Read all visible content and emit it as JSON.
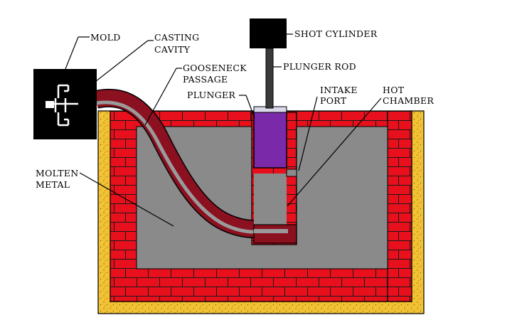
{
  "labels": {
    "mold": "MOLD",
    "casting_cavity_1": "CASTING",
    "casting_cavity_2": "CAVITY",
    "gooseneck_1": "GOOSENECK",
    "gooseneck_2": "PASSAGE",
    "molten_1": "MOLTEN",
    "molten_2": "METAL",
    "shot_cylinder": "SHOT CYLINDER",
    "plunger_rod": "PLUNGER ROD",
    "plunger": "PLUNGER",
    "intake_1": "INTAKE",
    "intake_2": "PORT",
    "hot_1": "HOT",
    "hot_2": "CHAMBER"
  },
  "colors": {
    "brick": "#e8101c",
    "mortar": "#1a1a1a",
    "molten_metal": "#8a8a8a",
    "insulation": "#f2c233",
    "gooseneck": "#8b1020",
    "plunger": "#7a2aa8",
    "mold": "#000000",
    "shot_cylinder": "#000000"
  },
  "icons": {
    "mold": "die-casting-mold",
    "shot_cylinder": "hydraulic-cylinder"
  }
}
